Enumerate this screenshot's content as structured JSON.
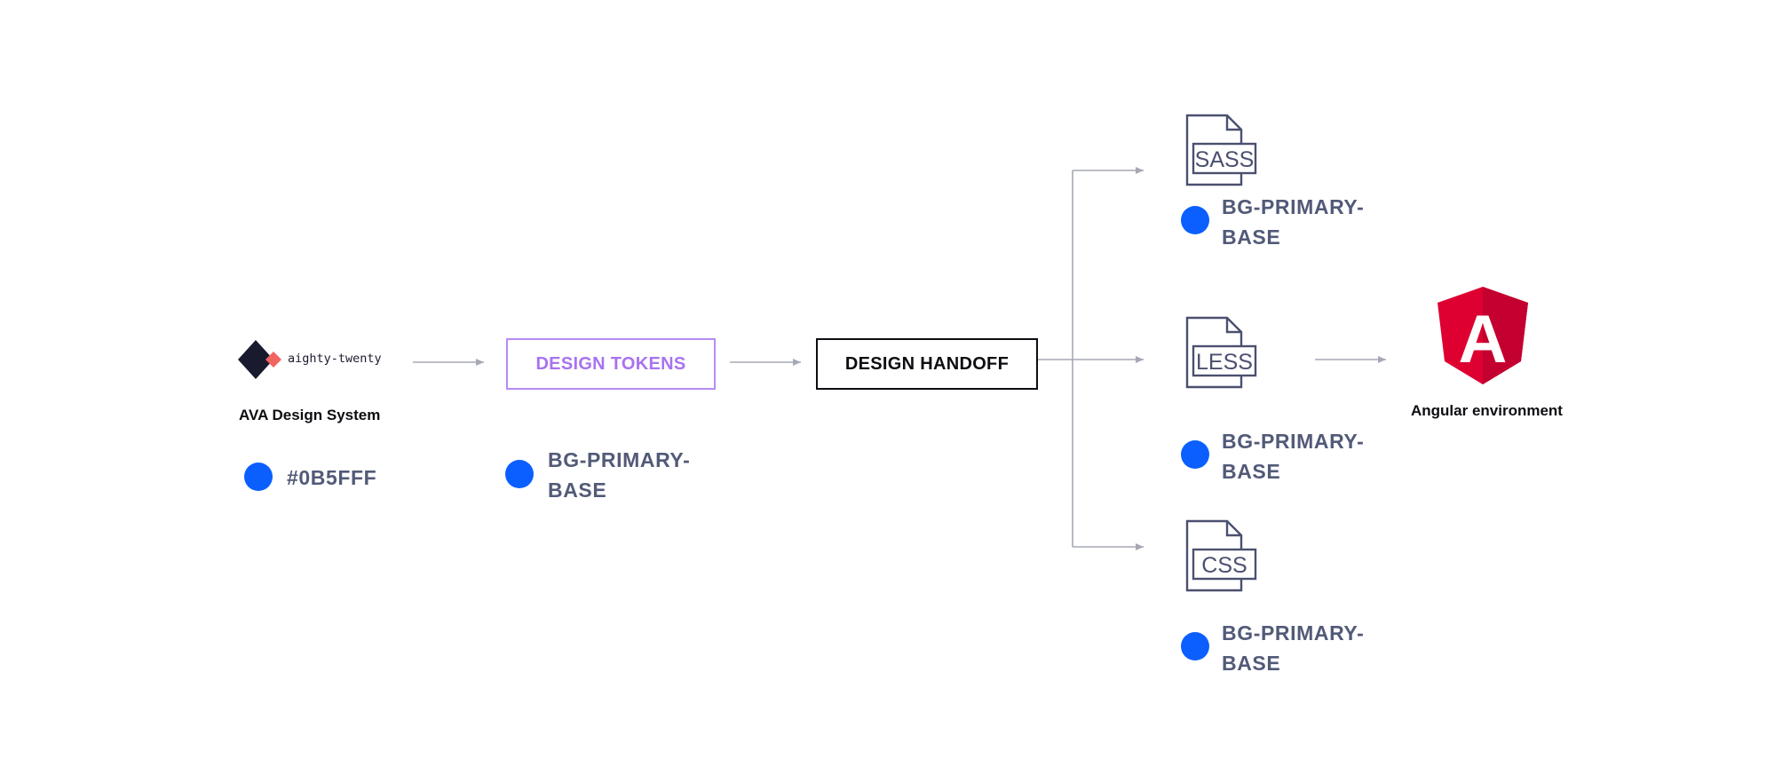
{
  "colors": {
    "dot_blue": "#0b5fff",
    "connector": "#a6a8b6",
    "file_icon": "#4b5070",
    "token_text": "#525a78",
    "tokens_border": "#b58cf5",
    "tokens_text": "#a873f0",
    "angular_red": "#dd0031",
    "angular_dark": "#c3002f",
    "logo_dark": "#1a1a2e",
    "logo_accent": "#f06562"
  },
  "source": {
    "logo_text": "aighty-twenty",
    "caption": "AVA Design System",
    "value": "#0B5FFF"
  },
  "tokens_box": {
    "label": "DESIGN TOKENS",
    "token_line1": "BG-PRIMARY-",
    "token_line2": "BASE"
  },
  "handoff_box": {
    "label": "DESIGN HANDOFF"
  },
  "outputs": [
    {
      "file_label": "SASS",
      "file_icon": "sass-file-icon",
      "token_line1": "BG-PRIMARY-",
      "token_line2": "BASE"
    },
    {
      "file_label": "LESS",
      "file_icon": "less-file-icon",
      "token_line1": "BG-PRIMARY-",
      "token_line2": "BASE"
    },
    {
      "file_label": "CSS",
      "file_icon": "css-file-icon",
      "token_line1": "BG-PRIMARY-",
      "token_line2": "BASE"
    }
  ],
  "angular": {
    "icon": "angular-logo-icon",
    "letter": "A",
    "caption": "Angular environment"
  }
}
